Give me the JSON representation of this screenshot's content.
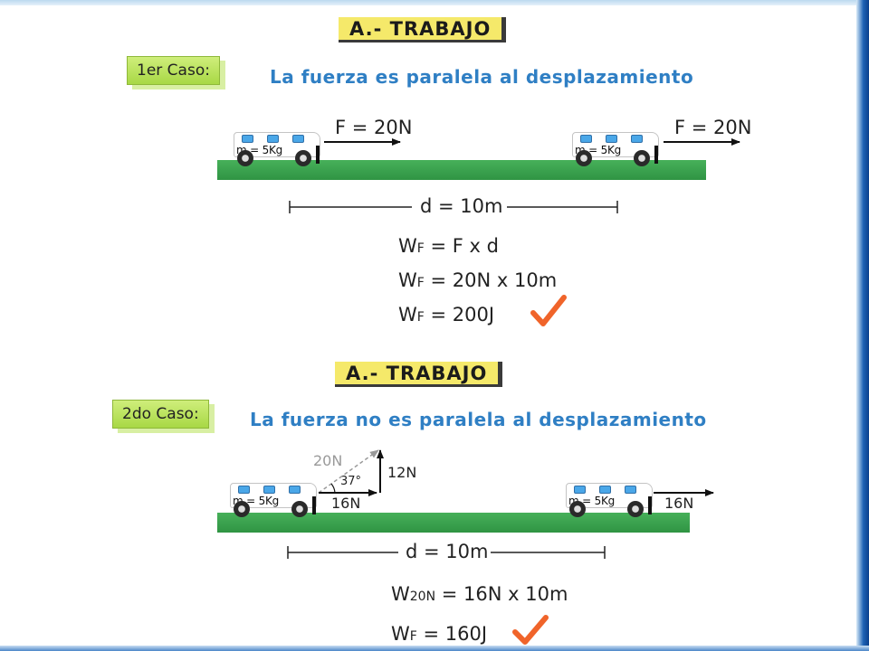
{
  "section1": {
    "title": "A.- TRABAJO",
    "case_label": "1er Caso:",
    "case_text": "La fuerza es paralela al desplazamiento",
    "car_left_mass": "m = 5Kg",
    "car_right_mass": "m = 5Kg",
    "force_left": "F = 20N",
    "force_right": "F = 20N",
    "distance": "d = 10m",
    "eq1": {
      "w": "W",
      "sub": "F",
      "rest": " = F x d"
    },
    "eq2": {
      "w": "W",
      "sub": "F",
      "rest": " = 20N x 10m"
    },
    "eq3": {
      "w": "W",
      "sub": "F",
      "rest": " = 200J"
    }
  },
  "section2": {
    "title": "A.- TRABAJO",
    "case_label": "2do Caso:",
    "case_text": "La fuerza no es paralela al desplazamiento",
    "car_left_mass": "m = 5Kg",
    "car_right_mass": "m = 5Kg",
    "force_diag": "20N",
    "force_vert": "12N",
    "angle": "37°",
    "force_horiz_left": "16N",
    "force_horiz_right": "16N",
    "distance": "d = 10m",
    "eq1": {
      "w": "W",
      "sub": "20N",
      "rest": " = 16N x 10m"
    },
    "eq2": {
      "w": "W",
      "sub": "F",
      "rest": " = 160J"
    }
  },
  "colors": {
    "title_bg": "#f5e96a",
    "case_bg": "#b8e35a",
    "case_text": "#2f7fc4",
    "ground": "#3aa24e",
    "check": "#f0642a"
  },
  "icons": [
    "car-icon",
    "check-icon",
    "force-arrow-icon"
  ]
}
